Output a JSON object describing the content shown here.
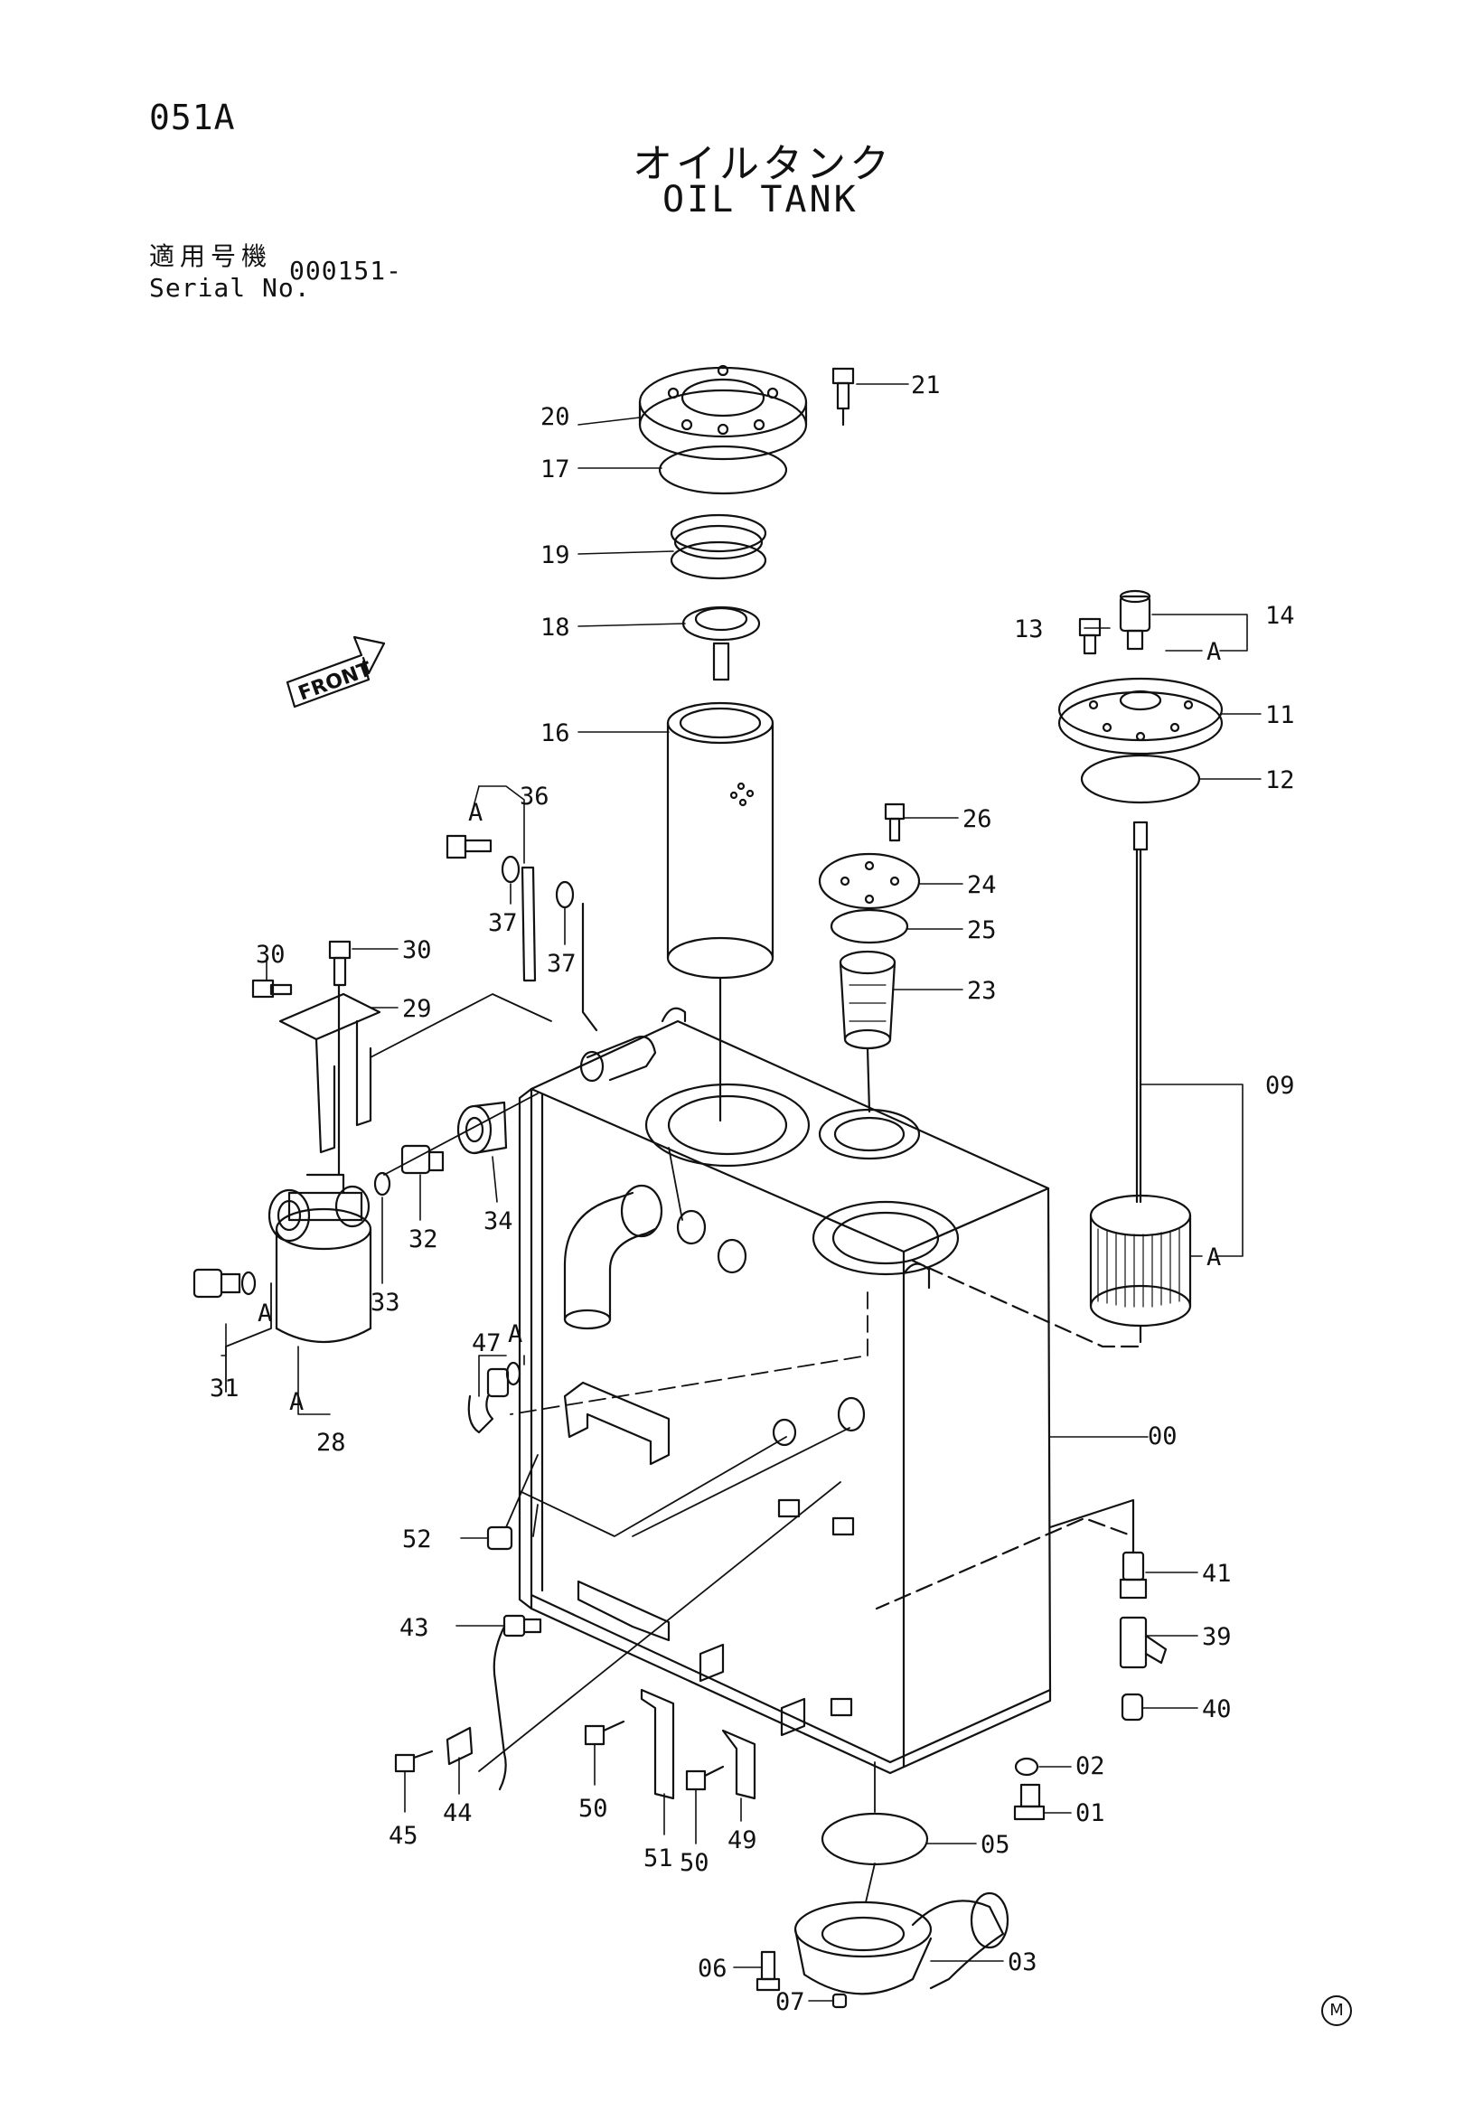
{
  "header": {
    "page_code": "051A",
    "title_jp": "オイルタンク",
    "title_en": "OIL TANK",
    "serial_label_jp": "適用号機",
    "serial_label_en": "Serial No.",
    "serial_value": "000151-"
  },
  "front_arrow_label": "FRONT",
  "footer_mark": "M",
  "part_labels": {
    "p00": "00",
    "p01": "01",
    "p02": "02",
    "p03": "03",
    "p05": "05",
    "p06": "06",
    "p07": "07",
    "p09": "09",
    "p11": "11",
    "p12": "12",
    "p13": "13",
    "p14": "14",
    "p16": "16",
    "p17": "17",
    "p18": "18",
    "p19": "19",
    "p20": "20",
    "p21": "21",
    "p23": "23",
    "p24": "24",
    "p25": "25",
    "p26": "26",
    "p28": "28",
    "p29": "29",
    "p30a": "30",
    "p30b": "30",
    "p31": "31",
    "p32": "32",
    "p33": "33",
    "p34": "34",
    "p36": "36",
    "p37a": "37",
    "p37b": "37",
    "p39": "39",
    "p40": "40",
    "p41": "41",
    "p43": "43",
    "p44": "44",
    "p45": "45",
    "p47": "47",
    "p49": "49",
    "p50a": "50",
    "p50b": "50",
    "p51": "51",
    "p52": "52"
  },
  "ref_letter": "A"
}
